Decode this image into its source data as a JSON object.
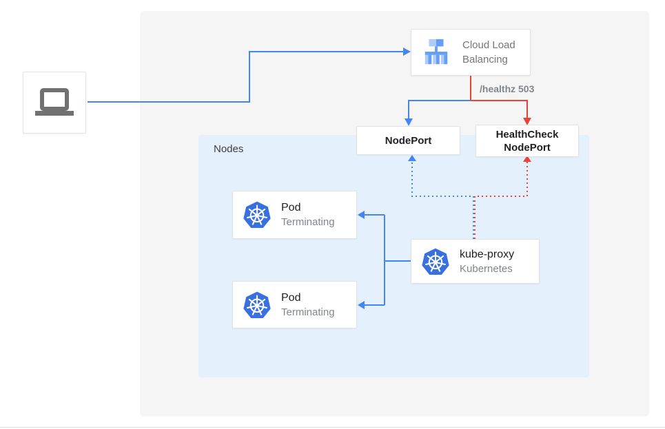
{
  "colors": {
    "blue": "#4285F4",
    "red": "#EA4335",
    "panel-bg": "#F5F5F5",
    "nodes-bg": "#E4F0FC",
    "box-border": "#E2E2E2",
    "text-dark": "#202124",
    "text-gray": "#757575",
    "text-muted": "#80868B",
    "laptop-gray": "#717171",
    "k8s-blue": "#3870E0",
    "lb-light": "#AECBFA",
    "lb-medium": "#669DF6"
  },
  "diagram": {
    "client": {
      "icon": "laptop-icon"
    },
    "cloud_load_balancing": {
      "label": "Cloud Load Balancing",
      "icon": "cloud-load-balancing-icon"
    },
    "edge_label": "/healthz 503",
    "nodeport": {
      "label": "NodePort"
    },
    "healthcheck_nodeport": {
      "label": "HealthCheck NodePort"
    },
    "nodes_group": {
      "label": "Nodes"
    },
    "pods": [
      {
        "title": "Pod",
        "status": "Terminating",
        "icon": "kubernetes-icon"
      },
      {
        "title": "Pod",
        "status": "Terminating",
        "icon": "kubernetes-icon"
      }
    ],
    "kube_proxy": {
      "title": "kube-proxy",
      "subtitle": "Kubernetes",
      "icon": "kubernetes-icon"
    }
  }
}
